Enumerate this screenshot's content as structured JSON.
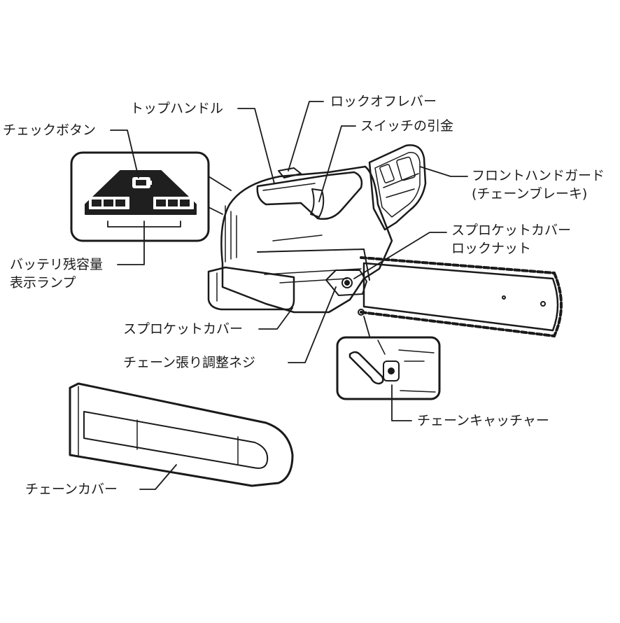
{
  "labels": {
    "top_handle": "トップハンドル",
    "lock_off_lever": "ロックオフレバー",
    "check_button": "チェックボタン",
    "switch_trigger": "スイッチの引金",
    "front_hand_guard_line1": "フロントハンドガード",
    "front_hand_guard_line2": "(チェーンブレーキ)",
    "sprocket_cover_lock_nut_line1": "スプロケットカバー",
    "sprocket_cover_lock_nut_line2": "ロックナット",
    "battery_lamp_line1": "バッテリ残容量",
    "battery_lamp_line2": "表示ランプ",
    "sprocket_cover": "スプロケットカバー",
    "chain_tension_screw": "チェーン張り調整ネジ",
    "chain_catcher": "チェーンキャッチャー",
    "chain_cover": "チェーンカバー"
  }
}
